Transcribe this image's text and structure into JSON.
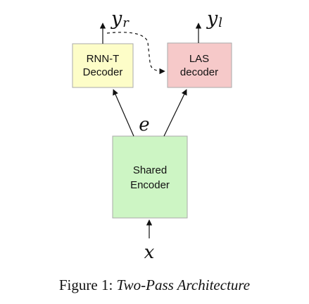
{
  "diagram": {
    "nodes": {
      "rnnt": {
        "line1": "RNN-T",
        "line2": "Decoder",
        "fill": "#fdfdc8"
      },
      "las": {
        "line1": "LAS",
        "line2": "decoder",
        "fill": "#f6c9c9"
      },
      "encoder": {
        "line1": "Shared",
        "line2": "Encoder",
        "fill": "#cdf5c4"
      }
    },
    "labels": {
      "input": "x",
      "embedding": "e",
      "output_rnnt_base": "y",
      "output_rnnt_sub": "r",
      "output_las_base": "y",
      "output_las_sub": "l"
    }
  },
  "caption": {
    "prefix": "Figure 1: ",
    "title": "Two-Pass Architecture"
  }
}
